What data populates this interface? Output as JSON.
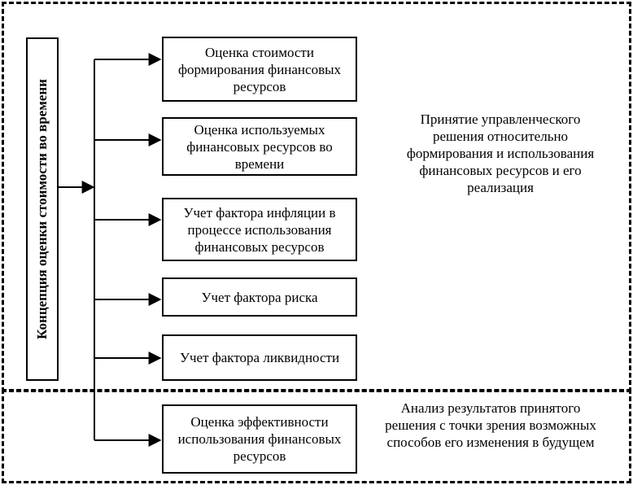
{
  "concept": {
    "label": "Концепция  оценки стоимости во времени"
  },
  "boxes": [
    {
      "text": "Оценка стоимости формирования финансовых ресурсов"
    },
    {
      "text": "Оценка используемых финансовых ресурсов во времени"
    },
    {
      "text": "Учет фактора инфляции в процессе использования финансовых ресурсов"
    },
    {
      "text": "Учет фактора риска"
    },
    {
      "text": "Учет фактора ликвидности"
    },
    {
      "text": "Оценка эффективности использования финансовых ресурсов"
    }
  ],
  "notes": {
    "upper": "Принятие управленческого решения относительно формирования и использования финансовых ресурсов и его реализация",
    "lower": "Анализ результатов принятого решения с точки зрения возможных способов его изменения в будущем"
  }
}
